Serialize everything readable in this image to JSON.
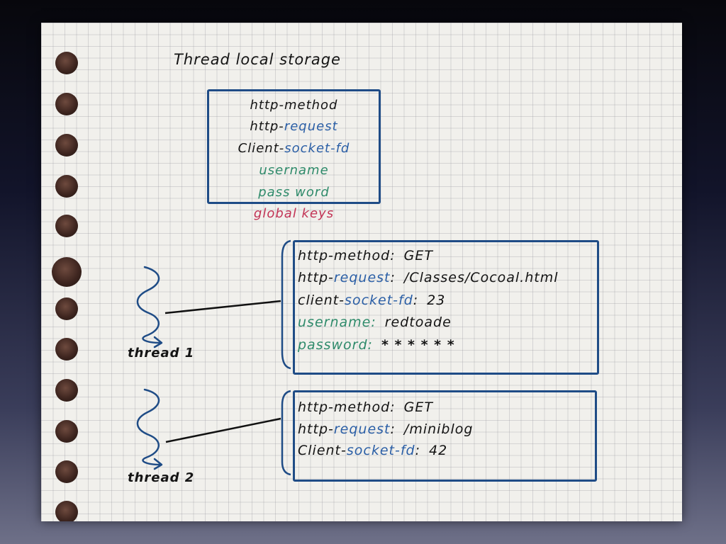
{
  "title": "Thread local storage",
  "global_keys": {
    "items": [
      {
        "text": "http-method",
        "parts": [
          {
            "t": "http-method",
            "c": "ink"
          }
        ]
      },
      {
        "text": "http-request",
        "parts": [
          {
            "t": "http-",
            "c": "ink"
          },
          {
            "t": "request",
            "c": "blue"
          }
        ]
      },
      {
        "text": "Client-socket-fd",
        "parts": [
          {
            "t": "Client-",
            "c": "ink"
          },
          {
            "t": "socket-fd",
            "c": "blue"
          }
        ]
      },
      {
        "text": "username",
        "parts": [
          {
            "t": "username",
            "c": "green"
          }
        ]
      },
      {
        "text": "password",
        "parts": [
          {
            "t": "pass word",
            "c": "green"
          }
        ]
      }
    ],
    "caption": "global keys"
  },
  "threads": [
    {
      "label": "thread 1",
      "entries": [
        {
          "key": [
            {
              "t": "http-method",
              "c": "ink"
            },
            {
              "t": ":",
              "c": "ink"
            }
          ],
          "value": "GET"
        },
        {
          "key": [
            {
              "t": "http-",
              "c": "ink"
            },
            {
              "t": "request",
              "c": "blue"
            },
            {
              "t": ":",
              "c": "ink"
            }
          ],
          "value": "/Classes/Cocoal.html"
        },
        {
          "key": [
            {
              "t": "client-",
              "c": "ink"
            },
            {
              "t": "socket-fd",
              "c": "blue"
            },
            {
              "t": ":",
              "c": "ink"
            }
          ],
          "value": "23"
        },
        {
          "key": [
            {
              "t": "username",
              "c": "green"
            },
            {
              "t": ":",
              "c": "green"
            }
          ],
          "value": "redtoade"
        },
        {
          "key": [
            {
              "t": "password",
              "c": "green"
            },
            {
              "t": ":",
              "c": "green"
            }
          ],
          "value": "* * * * * *"
        }
      ]
    },
    {
      "label": "thread 2",
      "entries": [
        {
          "key": [
            {
              "t": "http-method",
              "c": "ink"
            },
            {
              "t": ":",
              "c": "ink"
            }
          ],
          "value": "GET"
        },
        {
          "key": [
            {
              "t": "http-",
              "c": "ink"
            },
            {
              "t": "request",
              "c": "blue"
            },
            {
              "t": ":",
              "c": "ink"
            }
          ],
          "value": "/miniblog"
        },
        {
          "key": [
            {
              "t": "Client-",
              "c": "ink"
            },
            {
              "t": "socket-fd",
              "c": "blue"
            },
            {
              "t": ":",
              "c": "ink"
            }
          ],
          "value": "42"
        }
      ]
    }
  ],
  "colors": {
    "ink": "#141414",
    "blue": "#2b5fa6",
    "green": "#2e8a6a",
    "red": "#c23355",
    "box": "#1f4c86",
    "paper": "#f1f0ec"
  }
}
